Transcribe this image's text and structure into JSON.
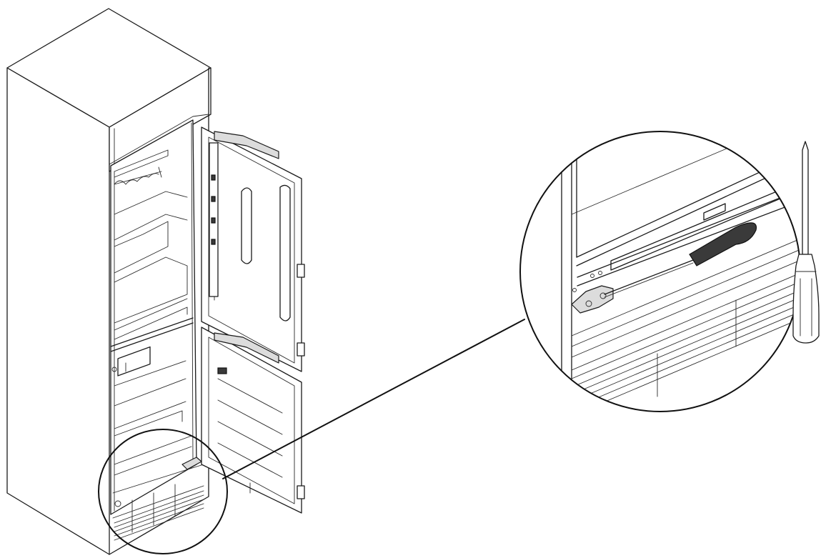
{
  "figure": {
    "kind": "installation-illustration",
    "subject": "built-in-fridge-freezer",
    "detail_callout": "bottom-hinge-adjustment",
    "tool_icons": [
      "screwdriver-icon"
    ],
    "colors": {
      "line": "#1a1a1a",
      "fill": "#ffffff",
      "shade": "#dcdcdc",
      "handle": "#3a3a3a"
    }
  }
}
